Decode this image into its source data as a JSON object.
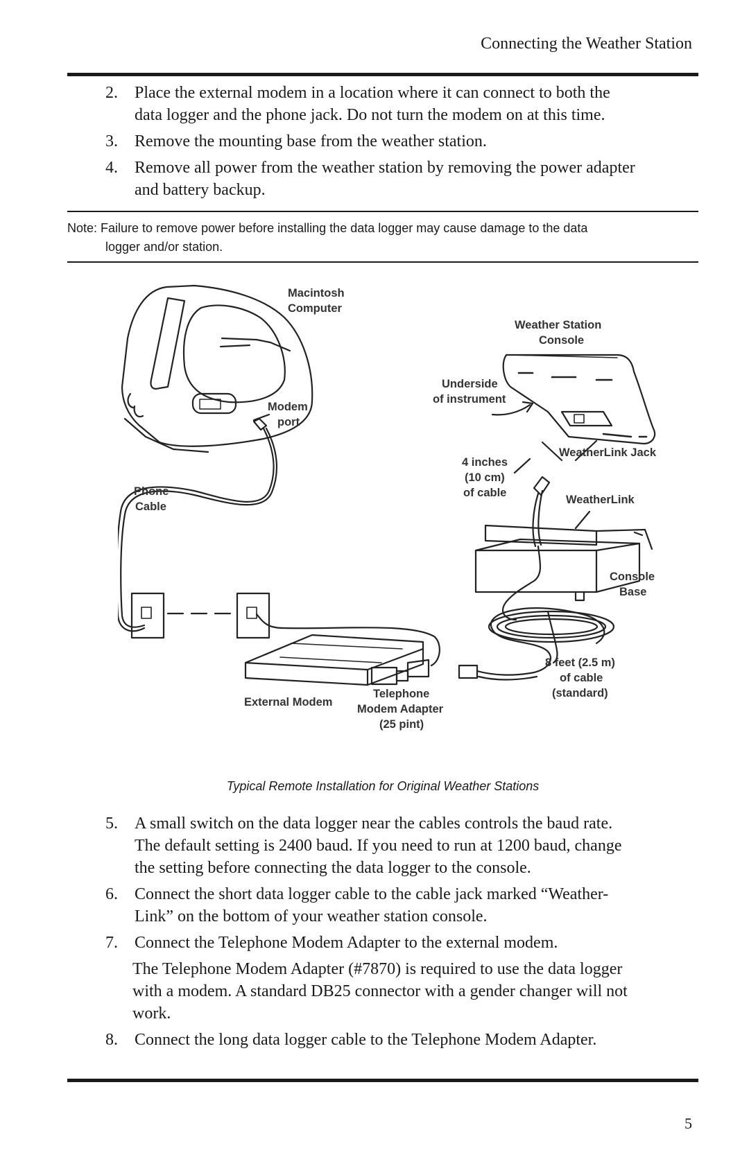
{
  "header": {
    "title": "Connecting the Weather Station"
  },
  "steps_top": [
    {
      "num": "2.",
      "lines": [
        "Place the external modem in a location where it can connect to both the",
        "data logger and the phone jack. Do not turn the modem on at this time."
      ]
    },
    {
      "num": "3.",
      "lines": [
        "Remove the mounting base from the weather station."
      ]
    },
    {
      "num": "4.",
      "lines": [
        "Remove all power from the weather station by removing the power adapter",
        "and battery backup."
      ]
    }
  ],
  "note": {
    "line1": "Note: Failure to remove power before installing the data logger may cause damage to the data",
    "line2": "logger and/or station."
  },
  "figure": {
    "labels": {
      "macintosh_1": "Macintosh",
      "macintosh_2": "Computer",
      "ws_console_1": "Weather Station",
      "ws_console_2": "Console",
      "underside_1": "Underside",
      "underside_2": "of instrument",
      "modem_port_1": "Modem",
      "modem_port_2": "port",
      "weatherlink_jack": "WeatherLink Jack",
      "four_inches_1": "4 inches",
      "four_inches_2": "(10 cm)",
      "four_inches_3": "of cable",
      "phone_cable_1": "Phone",
      "phone_cable_2": "Cable",
      "weatherlink": "WeatherLink",
      "console_base_1": "Console",
      "console_base_2": "Base",
      "eight_feet_1": "8 feet (2.5 m)",
      "eight_feet_2": "of cable",
      "eight_feet_3": "(standard)",
      "external_modem": "External Modem",
      "tma_1": "Telephone",
      "tma_2": "Modem Adapter",
      "tma_3": "(25 pint)"
    },
    "caption": "Typical Remote Installation for Original Weather Stations"
  },
  "steps_bottom": [
    {
      "num": "5.",
      "lines": [
        "A small switch on the data logger near the cables controls the baud rate.",
        "The default setting is 2400 baud. If you need to run at 1200 baud, change",
        "the setting before connecting the data logger to the console."
      ]
    },
    {
      "num": "6.",
      "lines": [
        "Connect the short data logger cable to the cable jack marked “Weather-",
        "Link” on the bottom of your weather station console."
      ]
    },
    {
      "num": "7.",
      "lines": [
        "Connect the Telephone Modem Adapter to the external modem."
      ]
    }
  ],
  "step7_para": [
    "The Telephone Modem Adapter (#7870) is required to use the data logger",
    "with a modem. A standard DB25 connector with a gender changer will not",
    "work."
  ],
  "step8": {
    "num": "8.",
    "lines": [
      "Connect the long data logger cable to the Telephone Modem Adapter."
    ]
  },
  "page_number": "5"
}
